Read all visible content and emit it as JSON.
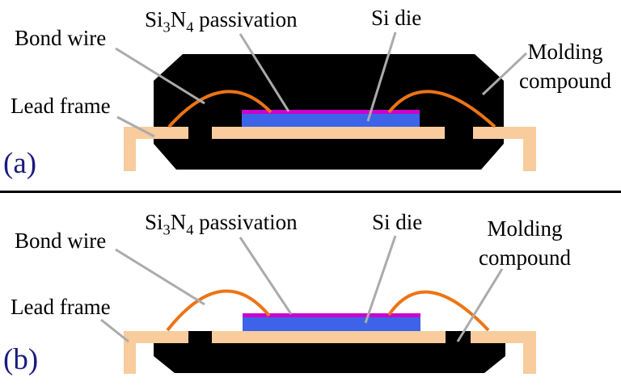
{
  "colors": {
    "molding_compound": "#000000",
    "lead_frame": "#F8CC9C",
    "si_die": "#3D64E8",
    "passivation": "#CC00CC",
    "bond_wire": "#ED7414",
    "leader_line": "#ABABAB",
    "panel_tag_text": "#1A1A80",
    "label_text": "#000000",
    "background": "#FFFFFF"
  },
  "panels": {
    "a": {
      "tag": "(a)",
      "labels": {
        "bond_wire": "Bond wire",
        "lead_frame": "Lead frame",
        "si_die": "Si die",
        "molding_line1": "Molding",
        "molding_line2": "compound",
        "passivation_pre": "Si",
        "passivation_sub1": "3",
        "passivation_mid": "N",
        "passivation_sub2": "4",
        "passivation_post": " passivation"
      }
    },
    "b": {
      "tag": "(b)",
      "labels": {
        "bond_wire": "Bond wire",
        "lead_frame": "Lead frame",
        "si_die": "Si die",
        "molding_line1": "Molding",
        "molding_line2": "compound",
        "passivation_pre": "Si",
        "passivation_sub1": "3",
        "passivation_mid": "N",
        "passivation_sub2": "4",
        "passivation_post": " passivation"
      }
    }
  }
}
